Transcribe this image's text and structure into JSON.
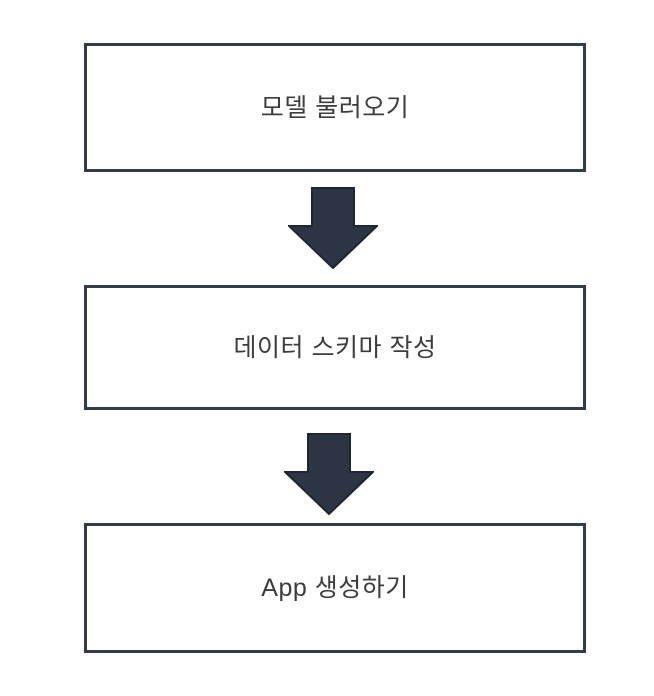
{
  "diagram": {
    "title": "app-creation-flowchart",
    "background_color": "#ffffff",
    "box_fill_color": "#ffffff",
    "box_border_color": "#323b49",
    "text_color": "#3d3d3d",
    "arrow_fill_color": "#2b3544",
    "arrow_outline_color": "#1e2631",
    "steps": [
      {
        "label": "모델 불러오기"
      },
      {
        "label": "데이터 스키마 작성"
      },
      {
        "label": "App 생성하기"
      }
    ],
    "connectors": [
      {
        "from": 0,
        "to": 1,
        "type": "down-block-arrow"
      },
      {
        "from": 1,
        "to": 2,
        "type": "down-block-arrow"
      }
    ]
  }
}
